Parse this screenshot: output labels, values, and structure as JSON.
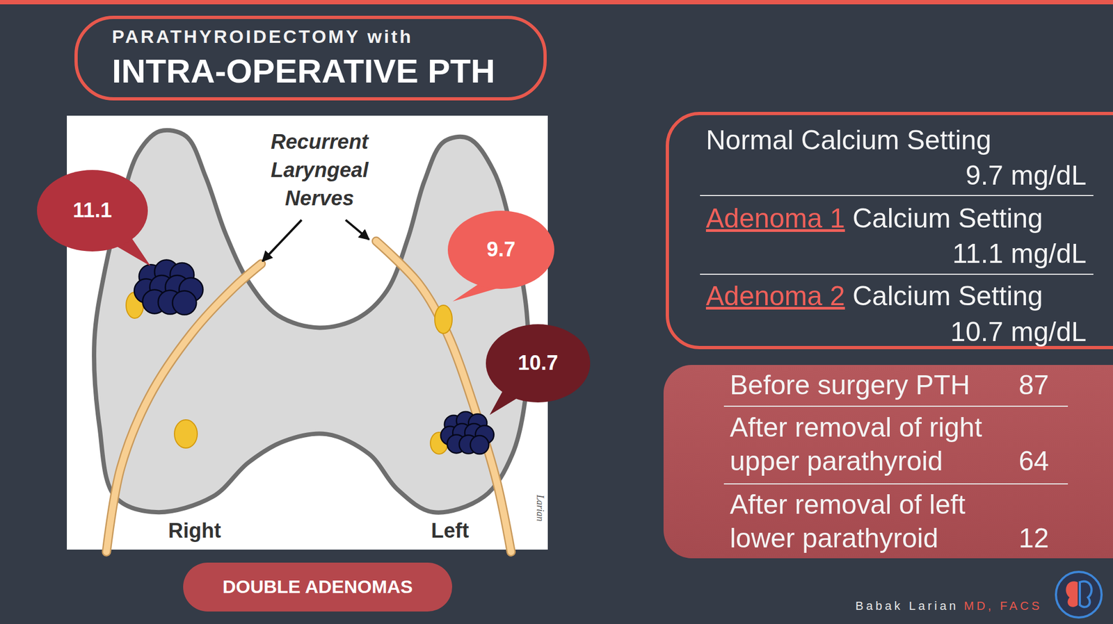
{
  "diagram": {
    "title": "PARATHYROIDECTOMY with INTRA-OPERATIVE PTH",
    "nodes": [
      {
        "text": [
          "PARATHYROIDECTOMY with",
          "INTRA-OPERATIVE PTH"
        ]
      },
      {
        "text": [
          "11.1"
        ]
      },
      {
        "text": [
          "9.7"
        ]
      },
      {
        "text": [
          "10.7"
        ]
      },
      {
        "text": [
          "DOUBLE ADENOMAS"
        ]
      },
      {
        "text": [
          "Normal Calcium Setting",
          "9.7 mg/dL",
          "Adenoma 1",
          "Calcium Setting",
          "11.1 mg/dL",
          "Adenoma 2",
          "Calcium Setting",
          "10.7 mg/dL"
        ]
      },
      {
        "text": [
          "Before surgery PTH",
          "87",
          "After removal of right upper parathyroid",
          "64",
          "After removal of left lower parathyroid",
          "12"
        ]
      }
    ],
    "labels": [
      "Recurrent Laryngeal Nerves",
      "Right",
      "Left",
      "Larian",
      "Babak Larian",
      "MD, FACS"
    ]
  }
}
